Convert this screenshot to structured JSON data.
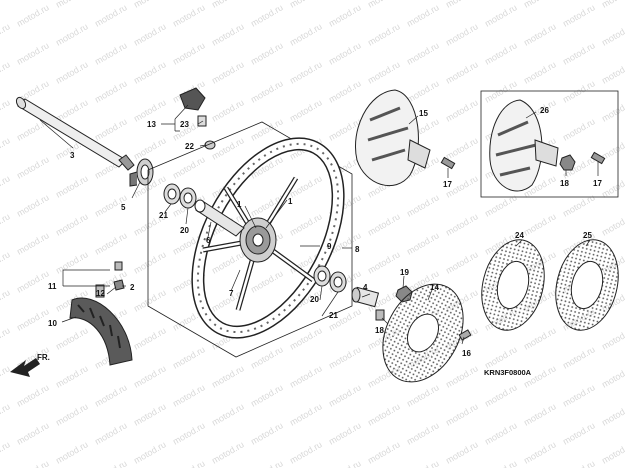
{
  "watermark_text": "motod.ru",
  "reference_code": "KRN3F0800A",
  "direction_label": "FR.",
  "callouts": {
    "c1a": "1",
    "c1b": "1",
    "c2": "2",
    "c3": "3",
    "c4": "4",
    "c5": "5",
    "c6": "6",
    "c7": "7",
    "c8": "8",
    "c9": "9",
    "c10": "10",
    "c11": "11",
    "c12": "12",
    "c13": "13",
    "c14": "14",
    "c15": "15",
    "c16": "16",
    "c17a": "17",
    "c17b": "17",
    "c18a": "18",
    "c18b": "18",
    "c19": "19",
    "c20a": "20",
    "c20b": "20",
    "c21a": "21",
    "c21b": "21",
    "c22": "22",
    "c23": "23",
    "c24": "24",
    "c25": "25",
    "c26": "26"
  },
  "colors": {
    "line": "#222222",
    "watermark": "#d9d9d9",
    "metal": "#e6e6e6",
    "dark": "#4a4a4a"
  }
}
